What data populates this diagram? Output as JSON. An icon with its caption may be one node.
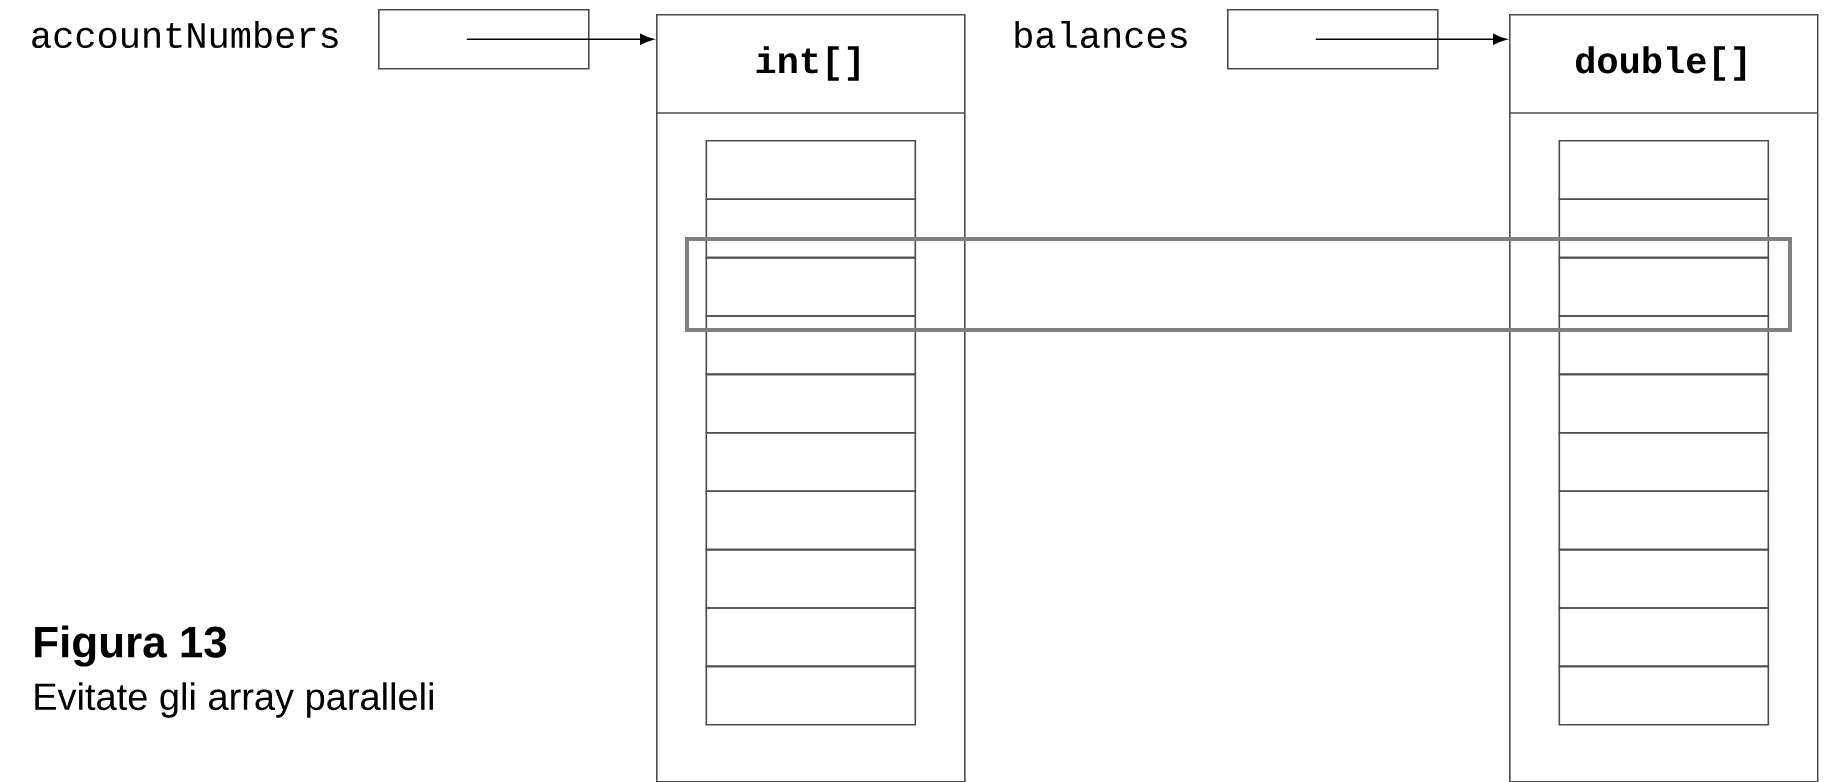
{
  "diagram": {
    "title": "Figura 13",
    "caption": "Evitate gli array paralleli",
    "nodes": [
      {
        "text": [],
        "shape": "box",
        "beside": [
          "accountNumbers"
        ]
      },
      {
        "text": [
          "int[]"
        ]
      },
      {
        "text": [],
        "shape": "box",
        "in": 1
      },
      {
        "text": [],
        "shape": "box",
        "in": 1
      },
      {
        "text": [],
        "shape": "box",
        "in": 1
      },
      {
        "text": [],
        "shape": "box",
        "in": 1
      },
      {
        "text": [],
        "shape": "box",
        "in": 1
      },
      {
        "text": [],
        "shape": "box",
        "in": 1
      },
      {
        "text": [],
        "shape": "box",
        "in": 1
      },
      {
        "text": [],
        "shape": "box",
        "in": 1
      },
      {
        "text": [],
        "shape": "box",
        "in": 1
      },
      {
        "text": [],
        "shape": "box",
        "in": 1
      },
      {
        "text": [],
        "shape": "box",
        "beside": [
          "balances"
        ]
      },
      {
        "text": [
          "double[]"
        ]
      },
      {
        "text": [],
        "shape": "box",
        "in": 13
      },
      {
        "text": [],
        "shape": "box",
        "in": 13
      },
      {
        "text": [],
        "shape": "box",
        "in": 13
      },
      {
        "text": [],
        "shape": "box",
        "in": 13
      },
      {
        "text": [],
        "shape": "box",
        "in": 13
      },
      {
        "text": [],
        "shape": "box",
        "in": 13
      },
      {
        "text": [],
        "shape": "box",
        "in": 13
      },
      {
        "text": [],
        "shape": "box",
        "in": 13
      },
      {
        "text": [],
        "shape": "box",
        "in": 13
      },
      {
        "text": [],
        "shape": "box",
        "in": 13
      }
    ],
    "edges": [
      {
        "from": 0,
        "to": 1,
        "arrow": "to"
      },
      {
        "from": 12,
        "to": 13,
        "arrow": "to"
      }
    ]
  }
}
